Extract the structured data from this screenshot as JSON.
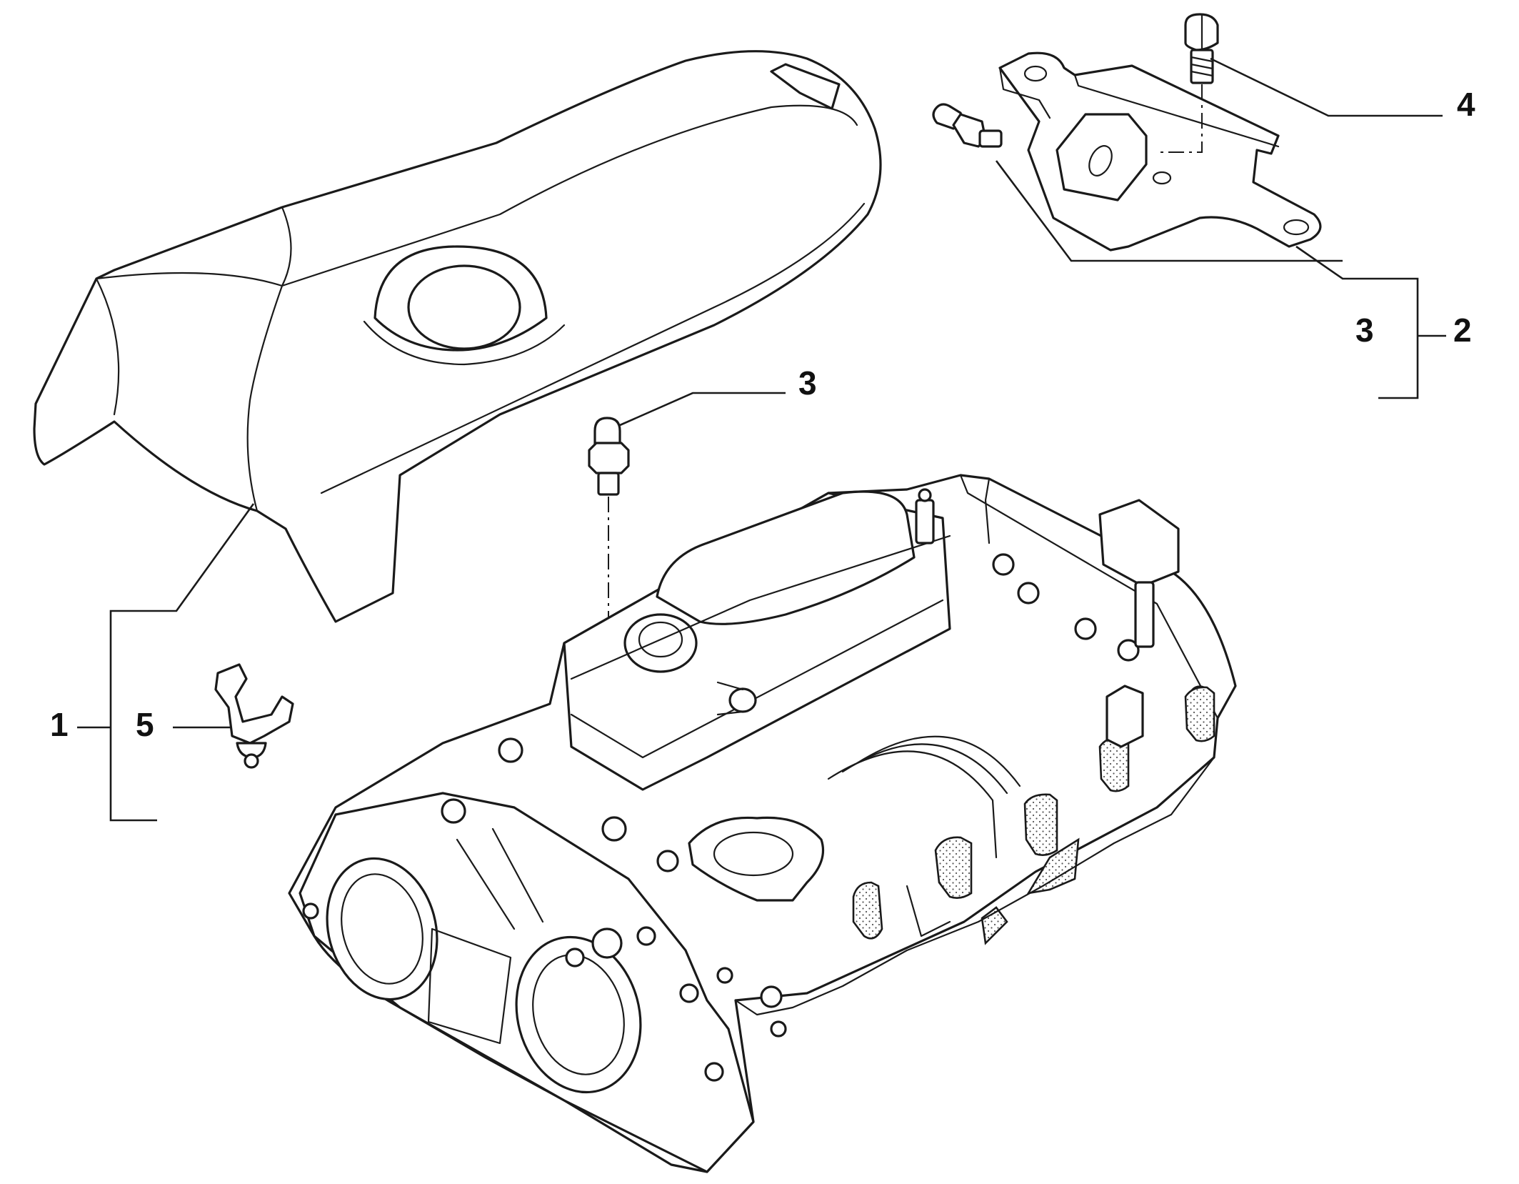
{
  "callouts": {
    "c1": "1",
    "c2": "2",
    "c3a": "3",
    "c3b": "3",
    "c4": "4",
    "c5": "5"
  },
  "colors": {
    "line": "#1a1a1a",
    "background": "#ffffff"
  }
}
